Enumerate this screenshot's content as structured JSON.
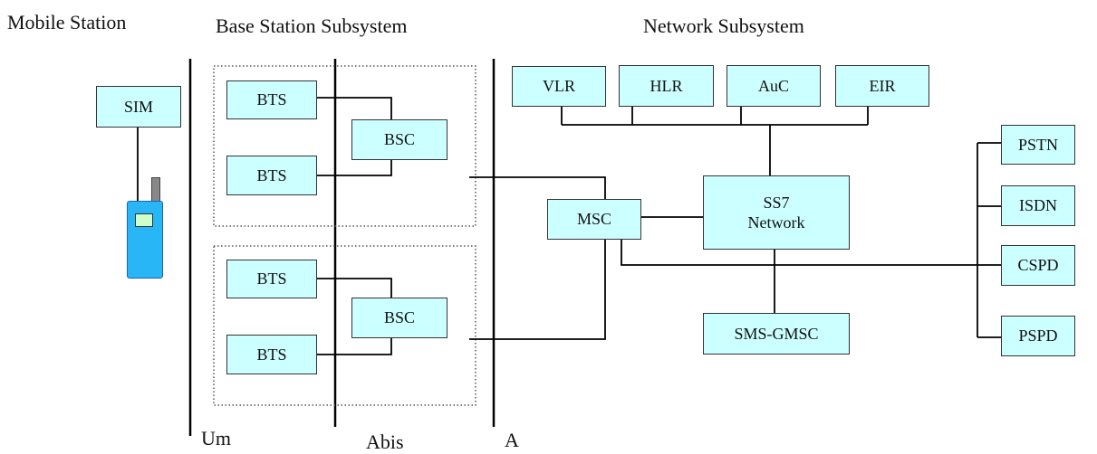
{
  "headers": {
    "mobile_station": "Mobile Station",
    "base_station_subsystem": "Base Station Subsystem",
    "network_subsystem": "Network Subsystem"
  },
  "interfaces": {
    "um": "Um",
    "abis": "Abis",
    "a": "A"
  },
  "nodes": {
    "sim": "SIM",
    "bts1": "BTS",
    "bts2": "BTS",
    "bsc1": "BSC",
    "bts3": "BTS",
    "bts4": "BTS",
    "bsc2": "BSC",
    "vlr": "VLR",
    "hlr": "HLR",
    "auc": "AuC",
    "eir": "EIR",
    "msc": "MSC",
    "ss7_line1": "SS7",
    "ss7_line2": "Network",
    "sms_gmsc": "SMS-GMSC",
    "pstn": "PSTN",
    "isdn": "ISDN",
    "cspd": "CSPD",
    "pspd": "PSPD"
  },
  "colors": {
    "box_fill": "#ccffff",
    "phone_body": "#29b6f6",
    "phone_screen": "#ccffcc",
    "line": "#000000"
  }
}
